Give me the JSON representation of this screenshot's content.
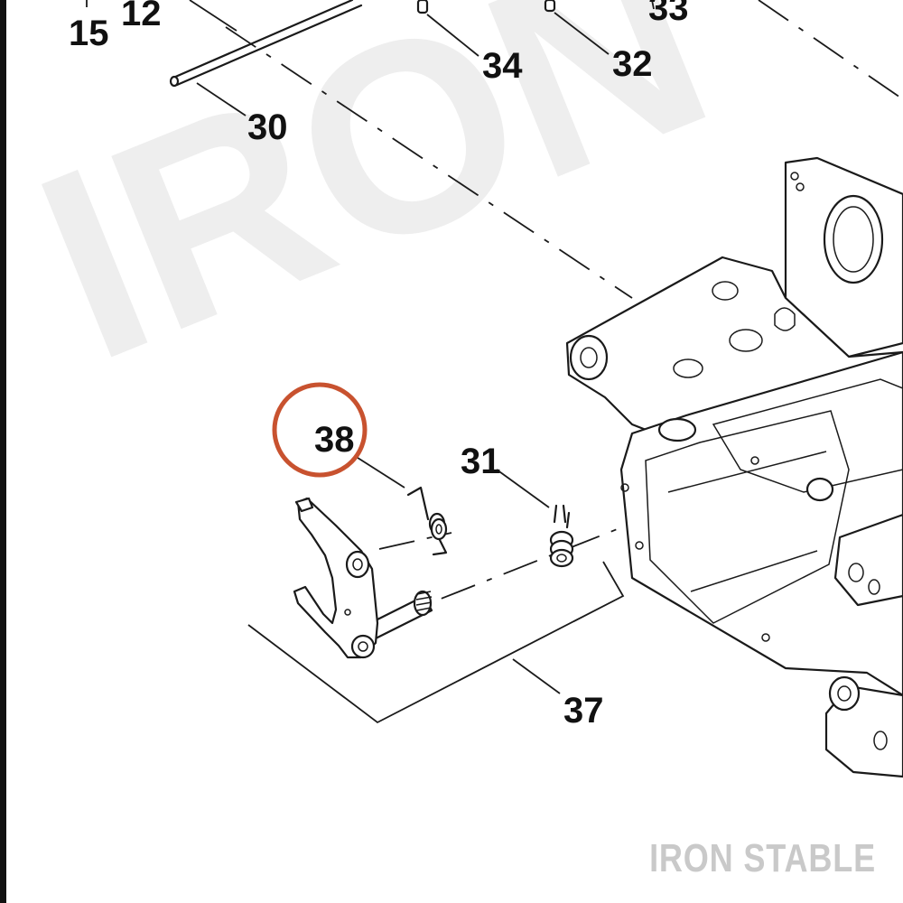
{
  "callouts": {
    "c15": "15",
    "c12": "12",
    "c34": "34",
    "c33": "33",
    "c32": "32",
    "c30": "30",
    "c38": "38",
    "c31": "31",
    "c37": "37"
  },
  "watermark": {
    "background": "IRON",
    "footer": "IRON STABLE"
  },
  "highlight": {
    "target": "38",
    "color": "#c8522f"
  }
}
